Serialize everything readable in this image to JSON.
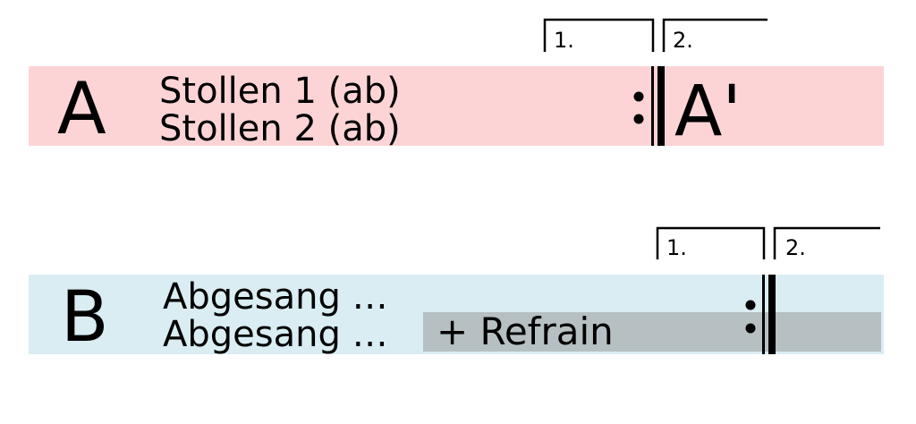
{
  "colors": {
    "band_a": "#fdd4d5",
    "band_b": "#d9edf3",
    "refrain_box": "#b6c0c2",
    "ink": "#000000"
  },
  "section_a": {
    "label": "A",
    "line1": "Stollen 1 (ab)",
    "line2": "Stollen 2 (ab)",
    "volta1": "1.",
    "volta2": "2.",
    "repeat_label": "A'"
  },
  "section_b": {
    "label": "B",
    "line1": "Abgesang …",
    "line2": "Abgesang …",
    "refrain": "+ Refrain",
    "volta1": "1.",
    "volta2": "2."
  }
}
